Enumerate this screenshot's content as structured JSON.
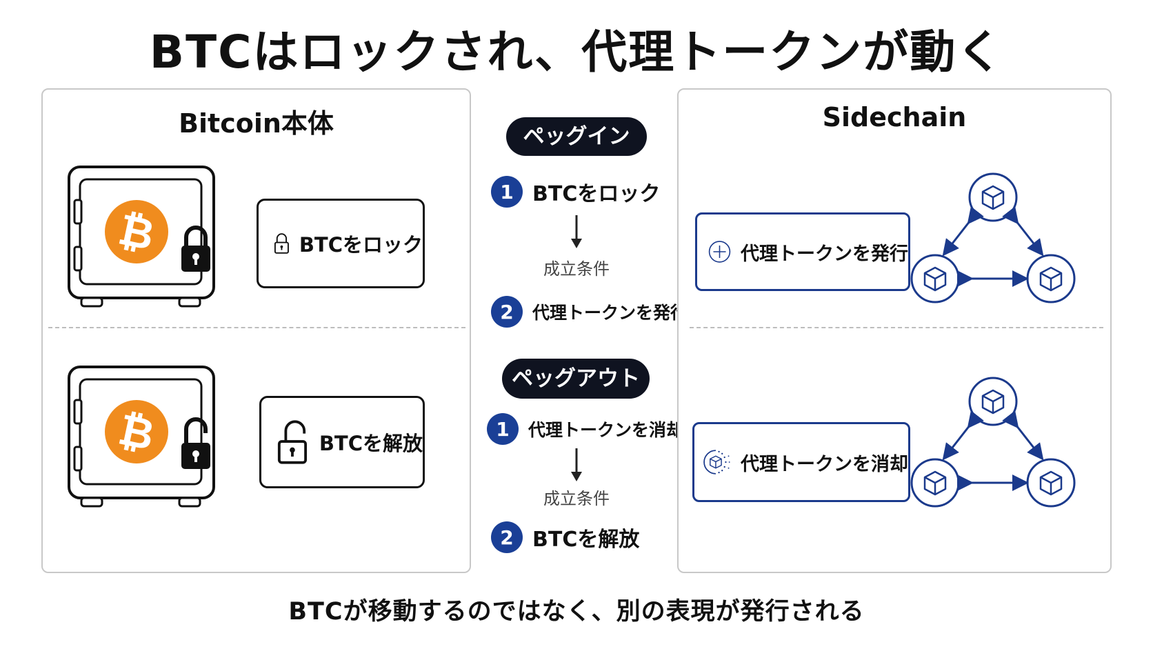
{
  "title": "BTCはロックされ、代理トークンが動く",
  "footer": "BTCが移動するのではなく、別の表現が発行される",
  "left_panel": {
    "title": "Bitcoin本体",
    "lock_action": "BTCをロック",
    "release_action": "BTCを解放"
  },
  "right_panel": {
    "title": "Sidechain",
    "mint_action": "代理トークンを発行",
    "burn_action": "代理トークンを消却"
  },
  "peg_in": {
    "label": "ペッグイン",
    "step1_num": "1",
    "step1": "BTCをロック",
    "condition": "成立条件",
    "step2_num": "2",
    "step2": "代理トークンを発行"
  },
  "peg_out": {
    "label": "ペッグアウト",
    "step1_num": "1",
    "step1": "代理トークンを消却",
    "condition": "成立条件",
    "step2_num": "2",
    "step2": "BTCを解放"
  },
  "colors": {
    "bitcoin_orange": "#f08c1e",
    "sidechain_blue": "#1b3a8c",
    "step_blue": "#1a3f96",
    "pill_dark": "#0f1320"
  },
  "icons": [
    "safe-icon",
    "bitcoin-icon",
    "padlock-locked-icon",
    "padlock-unlocked-icon",
    "plus-circle-icon",
    "cube-dissolve-icon",
    "cube-node-icon",
    "double-arrow-icon",
    "arrow-down-icon"
  ]
}
